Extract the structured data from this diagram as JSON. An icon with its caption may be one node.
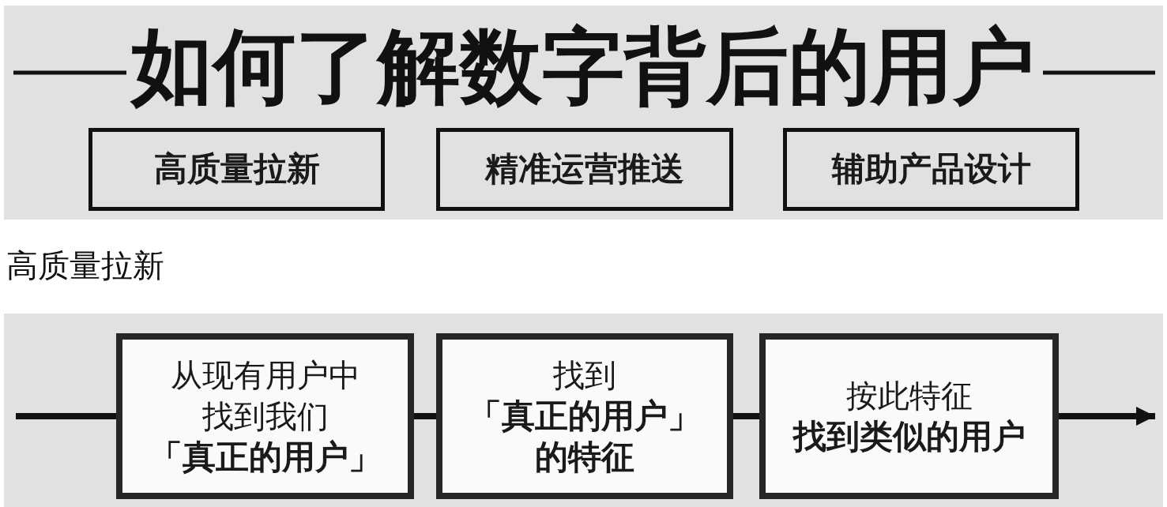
{
  "diagram": {
    "title": "如何了解数字背后的用户",
    "nodes": [
      {
        "text": [],
        "shape": "band"
      },
      {
        "text": [
          "高质量拉新"
        ],
        "in": 0
      },
      {
        "text": [
          "精准运营推送"
        ],
        "in": 0
      },
      {
        "text": [
          "辅助产品设计"
        ],
        "in": 0
      },
      {
        "text": [],
        "shape": "band"
      },
      {
        "text": [
          "从现有用户中找到我们",
          "「真正的用户」"
        ],
        "in": 4
      },
      {
        "text": [
          "找到",
          "「真正的用户」的特征"
        ],
        "in": 4
      },
      {
        "text": [
          "按此特征",
          "找到类似的用户"
        ],
        "in": 4
      }
    ],
    "edges": [
      {
        "from": null,
        "to": 5,
        "arrow": "none"
      },
      {
        "from": 5,
        "to": 6,
        "arrow": "none"
      },
      {
        "from": 6,
        "to": 7,
        "arrow": "none"
      },
      {
        "from": 7,
        "to": null,
        "arrow": "to"
      }
    ],
    "labels": [
      "高质量拉新"
    ]
  }
}
